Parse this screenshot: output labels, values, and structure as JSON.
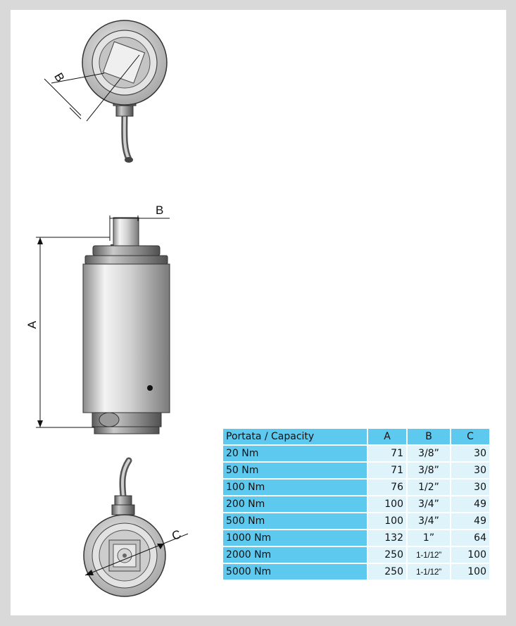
{
  "dimensions": {
    "top_view_label": "B",
    "side_width_label": "B",
    "side_height_label": "A",
    "bottom_view_label": "C"
  },
  "table": {
    "headers": [
      "Portata / Capacity",
      "A",
      "B",
      "C"
    ],
    "rows": [
      {
        "capacity": "20 Nm",
        "a": "71",
        "b": "3/8”",
        "c": "30"
      },
      {
        "capacity": "50 Nm",
        "a": "71",
        "b": "3/8”",
        "c": "30"
      },
      {
        "capacity": "100 Nm",
        "a": "76",
        "b": "1/2”",
        "c": "30"
      },
      {
        "capacity": "200 Nm",
        "a": "100",
        "b": "3/4”",
        "c": "49"
      },
      {
        "capacity": "500 Nm",
        "a": "100",
        "b": "3/4”",
        "c": "49"
      },
      {
        "capacity": "1000 Nm",
        "a": "132",
        "b": "1”",
        "c": "64"
      },
      {
        "capacity": "2000 Nm",
        "a": "250",
        "b": "1-1/12”",
        "c": "100"
      },
      {
        "capacity": "5000 Nm",
        "a": "250",
        "b": "1-1/12”",
        "c": "100"
      }
    ]
  }
}
